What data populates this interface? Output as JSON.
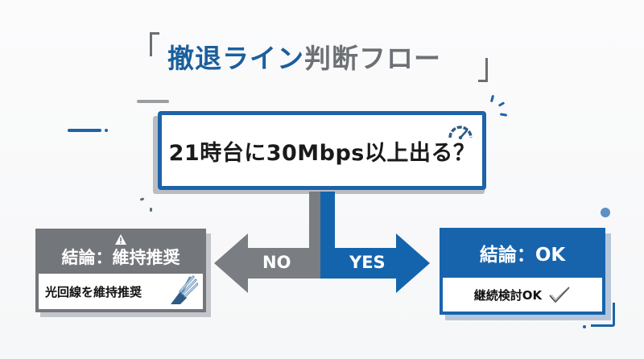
{
  "title": {
    "part_blue": "撤退ライン",
    "part_gray": "判断フロー",
    "open_bracket": "「",
    "close_bracket": "」"
  },
  "question": {
    "text": "21時台に30Mbps以上出る？",
    "icon": "speedometer-icon"
  },
  "branches": {
    "no": {
      "label": "NO",
      "color": "#7a7d81"
    },
    "yes": {
      "label": "YES",
      "color": "#1464ad"
    }
  },
  "outcomes": {
    "no": {
      "heading": "結論：維持推奨",
      "icon": "warning-icon",
      "body": "光回線を維持推奨",
      "body_icon": "fiber-cable-icon",
      "color": "#73767a"
    },
    "yes": {
      "heading": "結論：OK",
      "body": "継続検討OK",
      "body_icon": "checkmark-icon",
      "color": "#1764ad"
    }
  },
  "colors": {
    "accent_blue": "#1d63a8",
    "accent_gray": "#6d7176",
    "background": "#f8f9fa"
  }
}
